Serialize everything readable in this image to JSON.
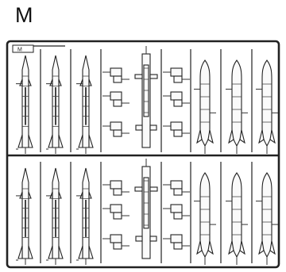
{
  "sheet": {
    "letter": "M",
    "tag_label": "M"
  },
  "parts": {
    "top_row": [
      {
        "kind": "missile"
      },
      {
        "kind": "missile"
      },
      {
        "kind": "missile"
      },
      {
        "kind": "pylon-clips"
      },
      {
        "kind": "rack"
      },
      {
        "kind": "pylon-clips"
      },
      {
        "kind": "bomb"
      },
      {
        "kind": "bomb"
      },
      {
        "kind": "bomb"
      }
    ],
    "bottom_row": [
      {
        "kind": "missile"
      },
      {
        "kind": "missile"
      },
      {
        "kind": "missile"
      },
      {
        "kind": "pylon-clips"
      },
      {
        "kind": "rack"
      },
      {
        "kind": "pylon-clips"
      },
      {
        "kind": "bomb"
      },
      {
        "kind": "bomb"
      },
      {
        "kind": "bomb"
      }
    ]
  }
}
